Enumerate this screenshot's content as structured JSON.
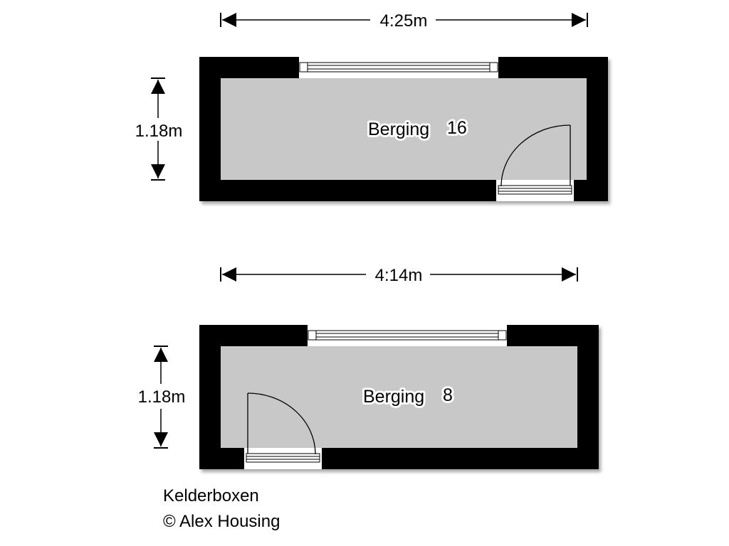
{
  "plans": [
    {
      "room_name": "Berging",
      "room_number": "16",
      "width_label": "4:25m",
      "depth_label": "1.18m"
    },
    {
      "room_name": "Berging",
      "room_number": "8",
      "width_label": "4:14m",
      "depth_label": "1.18m"
    }
  ],
  "caption": {
    "title": "Kelderboxen",
    "copyright": "© Alex Housing"
  },
  "colors": {
    "wall": "#000000",
    "floor": "#c8c8c8"
  }
}
